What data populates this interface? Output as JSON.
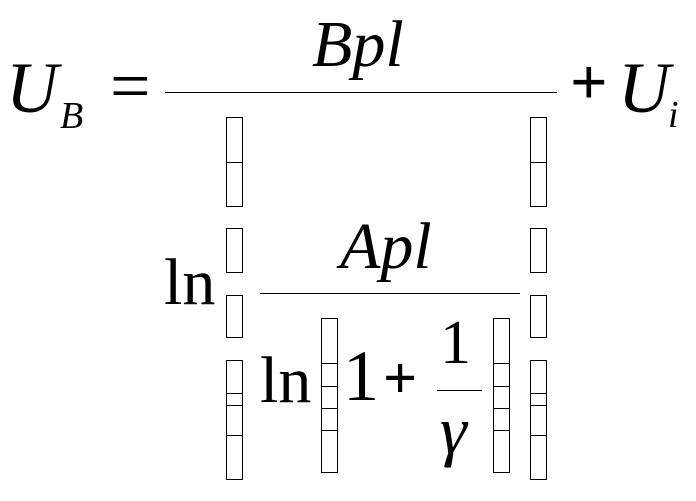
{
  "formula": {
    "lhs": {
      "symbol": "U",
      "subscript": "B"
    },
    "equals": "=",
    "numerator": "Bpl",
    "ln_outer": "ln",
    "inner_numerator": "Apl",
    "ln_inner": "ln",
    "one": "1",
    "plus_inner": "+",
    "frac_num": "1",
    "frac_den": "γ",
    "plus": "+",
    "rhs": {
      "symbol": "U",
      "subscript": "i"
    }
  }
}
